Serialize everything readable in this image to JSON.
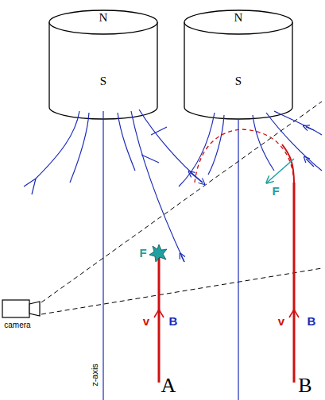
{
  "diagram": {
    "labels": [
      "N",
      "N",
      "S",
      "S",
      "camera",
      "F",
      "F",
      "v",
      "B",
      "v",
      "B",
      "z-axis",
      "A",
      "B"
    ]
  }
}
